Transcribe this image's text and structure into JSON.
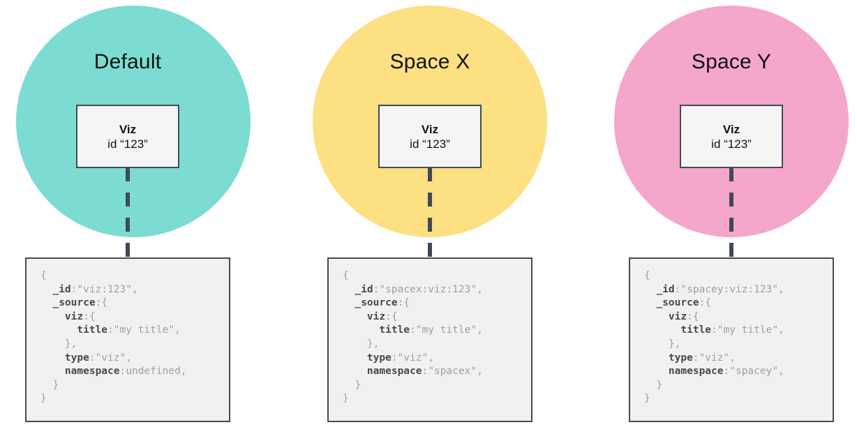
{
  "colors": {
    "default_circle": "#7cdcd2",
    "spacex_circle": "#fce081",
    "spacey_circle": "#f5a6cb",
    "line_and_border": "#434b56",
    "code_key_text": "#46484c",
    "code_value_text": "#9b9fa6",
    "panel_background": "#f1f1f2"
  },
  "diagram": {
    "columns": [
      {
        "name": "Default",
        "circle_color": "#7cdcd2",
        "card": {
          "title": "Viz",
          "id_line": "id “123”"
        },
        "code_lines": [
          [
            [
              "p",
              "{"
            ]
          ],
          [
            [
              "p",
              "  "
            ],
            [
              "k",
              "_id"
            ],
            [
              "p",
              ":\"viz:123\","
            ]
          ],
          [
            [
              "p",
              "  "
            ],
            [
              "k",
              "_source"
            ],
            [
              "p",
              ":{"
            ]
          ],
          [
            [
              "p",
              "    "
            ],
            [
              "k",
              "viz"
            ],
            [
              "p",
              ":{"
            ]
          ],
          [
            [
              "p",
              "      "
            ],
            [
              "k",
              "title"
            ],
            [
              "p",
              ":\"my title\","
            ]
          ],
          [
            [
              "p",
              "    },"
            ]
          ],
          [
            [
              "p",
              "    "
            ],
            [
              "k",
              "type"
            ],
            [
              "p",
              ":\"viz\","
            ]
          ],
          [
            [
              "p",
              "    "
            ],
            [
              "k",
              "namespace"
            ],
            [
              "p",
              ":undefined,"
            ]
          ],
          [
            [
              "p",
              "  }"
            ]
          ],
          [
            [
              "p",
              "}"
            ]
          ]
        ]
      },
      {
        "name": "Space X",
        "circle_color": "#fce081",
        "card": {
          "title": "Viz",
          "id_line": "id “123”"
        },
        "code_lines": [
          [
            [
              "p",
              "{"
            ]
          ],
          [
            [
              "p",
              "  "
            ],
            [
              "k",
              "_id"
            ],
            [
              "p",
              ":\"spacex:viz:123\","
            ]
          ],
          [
            [
              "p",
              "  "
            ],
            [
              "k",
              "_source"
            ],
            [
              "p",
              ":{"
            ]
          ],
          [
            [
              "p",
              "    "
            ],
            [
              "k",
              "viz"
            ],
            [
              "p",
              ":{"
            ]
          ],
          [
            [
              "p",
              "      "
            ],
            [
              "k",
              "title"
            ],
            [
              "p",
              ":\"my title\","
            ]
          ],
          [
            [
              "p",
              "    },"
            ]
          ],
          [
            [
              "p",
              "    "
            ],
            [
              "k",
              "type"
            ],
            [
              "p",
              ":\"viz\","
            ]
          ],
          [
            [
              "p",
              "    "
            ],
            [
              "k",
              "namespace"
            ],
            [
              "p",
              ":\"spacex\","
            ]
          ],
          [
            [
              "p",
              "  }"
            ]
          ],
          [
            [
              "p",
              "}"
            ]
          ]
        ]
      },
      {
        "name": "Space Y",
        "circle_color": "#f5a6cb",
        "card": {
          "title": "Viz",
          "id_line": "id “123”"
        },
        "code_lines": [
          [
            [
              "p",
              "{"
            ]
          ],
          [
            [
              "p",
              "  "
            ],
            [
              "k",
              "_id"
            ],
            [
              "p",
              ":\"spacey:viz:123\","
            ]
          ],
          [
            [
              "p",
              "  "
            ],
            [
              "k",
              "_source"
            ],
            [
              "p",
              ":{"
            ]
          ],
          [
            [
              "p",
              "    "
            ],
            [
              "k",
              "viz"
            ],
            [
              "p",
              ":{"
            ]
          ],
          [
            [
              "p",
              "      "
            ],
            [
              "k",
              "title"
            ],
            [
              "p",
              ":\"my title\","
            ]
          ],
          [
            [
              "p",
              "    },"
            ]
          ],
          [
            [
              "p",
              "    "
            ],
            [
              "k",
              "type"
            ],
            [
              "p",
              ":\"viz\","
            ]
          ],
          [
            [
              "p",
              "    "
            ],
            [
              "k",
              "namespace"
            ],
            [
              "p",
              ":\"spacey\","
            ]
          ],
          [
            [
              "p",
              "  }"
            ]
          ],
          [
            [
              "p",
              "}"
            ]
          ]
        ]
      }
    ]
  }
}
